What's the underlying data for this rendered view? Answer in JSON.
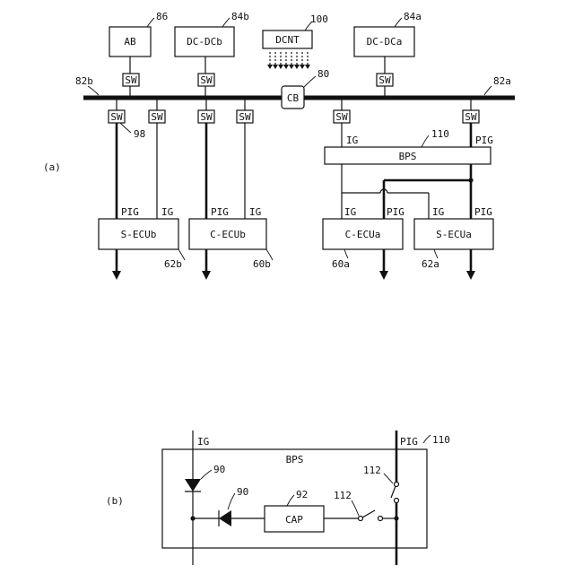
{
  "panels": {
    "a": "(a)",
    "b": "(b)"
  },
  "top_modules": {
    "ab": "AB",
    "ab_ref": "86",
    "dcdcb": "DC-DCb",
    "dcdcb_ref": "84b",
    "dcnt": "DCNT",
    "dcnt_ref": "100",
    "dcdca": "DC-DCa",
    "dcdca_ref": "84a"
  },
  "bus": {
    "left_ref": "82b",
    "right_ref": "82a",
    "cb": "CB",
    "cb_ref": "80"
  },
  "switch_label": "SW",
  "switch_ref": "98",
  "bps": {
    "label": "BPS",
    "ref": "110"
  },
  "signals": {
    "pig": "PIG",
    "ig": "IG"
  },
  "ecus": {
    "secub": "S-ECUb",
    "secub_ref": "62b",
    "cecub": "C-ECUb",
    "cecub_ref": "60b",
    "cecua": "C-ECUa",
    "cecua_ref": "60a",
    "secua": "S-ECUa",
    "secua_ref": "62a"
  },
  "detail": {
    "bps": "BPS",
    "bps_ref": "110",
    "ig": "IG",
    "pig": "PIG",
    "diode_ref_1": "90",
    "diode_ref_2": "90",
    "cap": "CAP",
    "cap_ref": "92",
    "switch_ref_1": "112",
    "switch_ref_2": "112"
  },
  "colors": {
    "line": "#111111",
    "background": "#ffffff"
  }
}
